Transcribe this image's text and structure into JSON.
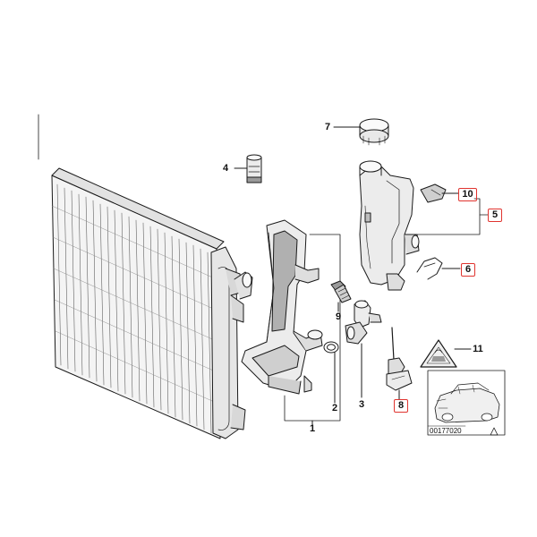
{
  "callouts": [
    {
      "id": "1",
      "text": "1",
      "highlighted": false
    },
    {
      "id": "2",
      "text": "2",
      "highlighted": false
    },
    {
      "id": "3",
      "text": "3",
      "highlighted": false
    },
    {
      "id": "4",
      "text": "4",
      "highlighted": false
    },
    {
      "id": "5",
      "text": "5",
      "highlighted": true
    },
    {
      "id": "6",
      "text": "6",
      "highlighted": true
    },
    {
      "id": "7",
      "text": "7",
      "highlighted": false
    },
    {
      "id": "8",
      "text": "8",
      "highlighted": true
    },
    {
      "id": "9",
      "text": "9",
      "highlighted": false
    },
    {
      "id": "10",
      "text": "10",
      "highlighted": true
    },
    {
      "id": "11",
      "text": "11",
      "highlighted": false
    }
  ],
  "diagram_code": "00177020",
  "colors": {
    "line": "#1a1a1a",
    "highlight": "#e0342f",
    "part_fill": "#ececec",
    "shade": "#9a9a9a"
  }
}
